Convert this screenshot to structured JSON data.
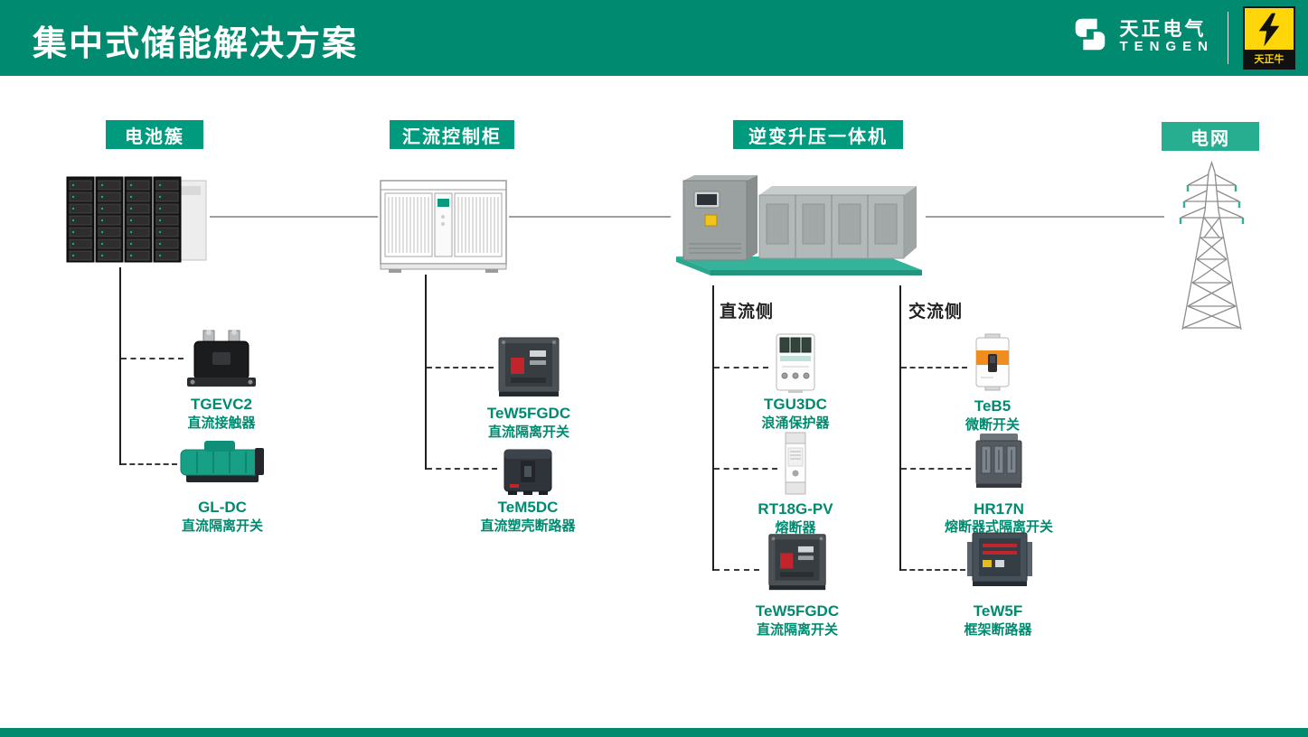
{
  "header": {
    "title": "集中式储能解决方案",
    "brand_cn": "天正电气",
    "brand_en": "TENGEN",
    "badge_text": "天正牛"
  },
  "colors": {
    "header_bg": "#008A6F",
    "stage_box_bg": "#009B7E",
    "grid_box_bg": "#27AD90",
    "accent_text": "#008A6F",
    "platform_teal": "#34B39A",
    "badge_yellow": "#FFD60A",
    "breaker_red": "#C2242B",
    "mcb_orange": "#EF8D1F"
  },
  "stages": [
    {
      "label": "电池簇"
    },
    {
      "label": "汇流控制柜"
    },
    {
      "label": "逆变升压一体机"
    },
    {
      "label": "电网"
    }
  ],
  "sides": {
    "dc": "直流侧",
    "ac": "交流侧"
  },
  "components": {
    "battery": [
      {
        "model": "TGEVC2",
        "desc": "直流接触器"
      },
      {
        "model": "GL-DC",
        "desc": "直流隔离开关"
      }
    ],
    "combiner": [
      {
        "model": "TeW5FGDC",
        "desc": "直流隔离开关"
      },
      {
        "model": "TeM5DC",
        "desc": "直流塑壳断路器"
      }
    ],
    "dc": [
      {
        "model": "TGU3DC",
        "desc": "浪涌保护器"
      },
      {
        "model": "RT18G-PV",
        "desc": "熔断器"
      },
      {
        "model": "TeW5FGDC",
        "desc": "直流隔离开关"
      }
    ],
    "ac": [
      {
        "model": "TeB5",
        "desc": "微断开关"
      },
      {
        "model": "HR17N",
        "desc": "熔断器式隔离开关"
      },
      {
        "model": "TeW5F",
        "desc": "框架断路器"
      }
    ]
  }
}
